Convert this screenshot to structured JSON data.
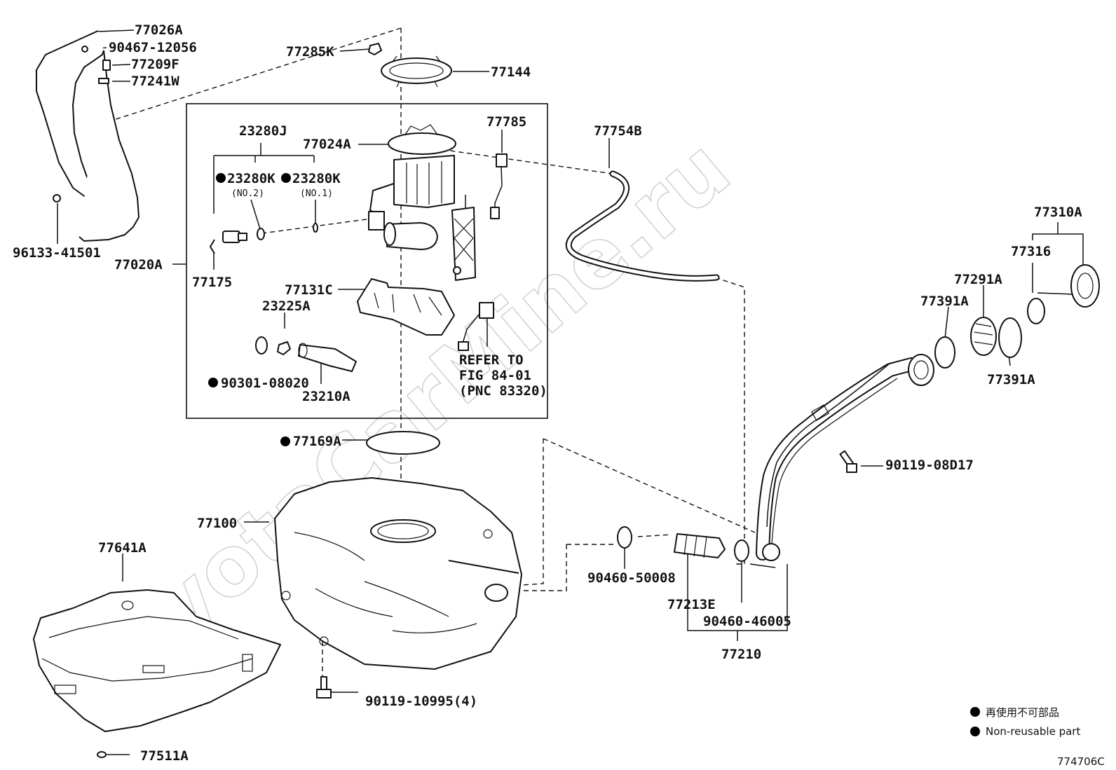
{
  "watermark": "ToyotaCarMine.ru",
  "diagram_id": "774706C",
  "legend": {
    "text_ja": "再使用不可部品",
    "text_en": "Non-reusable part",
    "marker_color": "#000000"
  },
  "labels": {
    "p77026A": "77026A",
    "p90467_12056": "90467-12056",
    "p77209F": "77209F",
    "p77241W": "77241W",
    "p96133_41501": "96133-41501",
    "p77285K": "77285K",
    "p77144": "77144",
    "p23280J": "23280J",
    "p77024A": "77024A",
    "p23280K_no2": "23280K",
    "no2": "(NO.2)",
    "p23280K_no1": "23280K",
    "no1": "(NO.1)",
    "p77785": "77785",
    "p77754B": "77754B",
    "p77020A": "77020A",
    "p77175": "77175",
    "p77131C": "77131C",
    "p23225A": "23225A",
    "p90301_08020": "90301-08020",
    "p23210A": "23210A",
    "refer_line1": "REFER TO",
    "refer_line2": "FIG 84-01",
    "refer_line3": "(PNC 83320)",
    "p77169A": "77169A",
    "p77100": "77100",
    "p77641A": "77641A",
    "p90119_10995": "90119-10995(4)",
    "p77511A": "77511A",
    "p77310A": "77310A",
    "p77316": "77316",
    "p77291A": "77291A",
    "p77391A_top": "77391A",
    "p77391A_bottom": "77391A",
    "p90119_08D17": "90119-08D17",
    "p90460_50008": "90460-50008",
    "p77213E": "77213E",
    "p90460_46005": "90460-46005",
    "p77210": "77210"
  }
}
